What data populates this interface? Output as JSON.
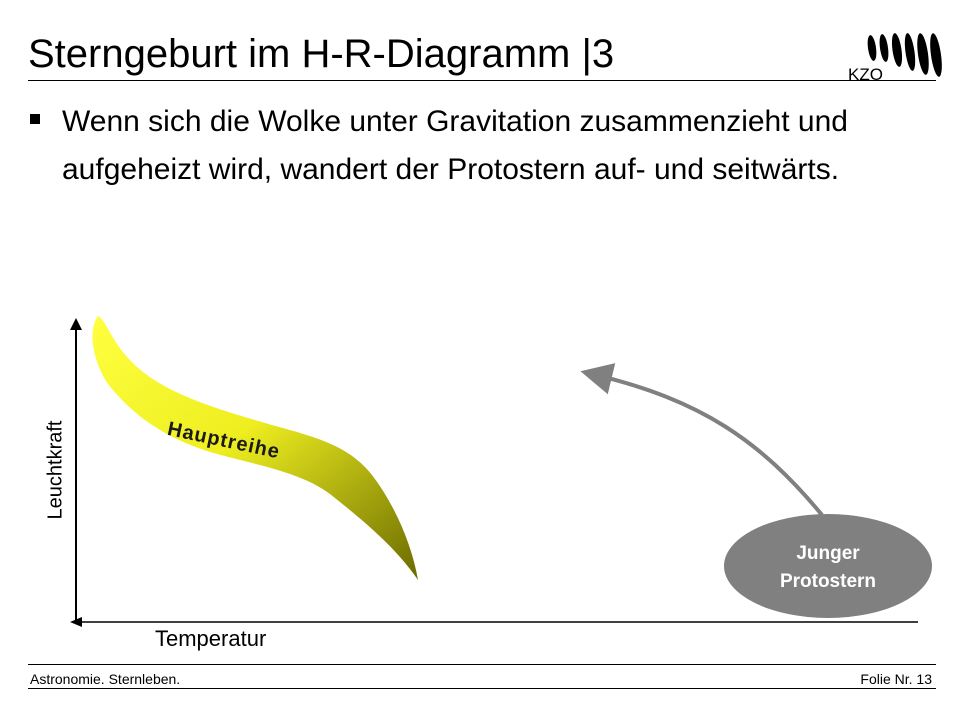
{
  "slide": {
    "title": "Sterngeburt im H-R-Diagramm |3",
    "bullet": "Wenn sich die Wolke unter Gravitation zusammenzieht und aufgeheizt wird, wandert der Protostern auf- und seitwärts."
  },
  "logo": {
    "text": "KZO",
    "icon": "kzo-logo"
  },
  "diagram": {
    "y_axis_label": "Leuchtkraft",
    "x_axis_label": "Temperatur",
    "main_sequence_label": "Hauptreihe",
    "protostar_label_line1": "Junger",
    "protostar_label_line2": "Protostern",
    "colors": {
      "main_sequence_light": "#ffff40",
      "main_sequence_dark": "#6b6b00",
      "arrow": "#808080",
      "protostar_fill": "#808080"
    }
  },
  "footer": {
    "left": "Astronomie. Sternleben.",
    "right": "Folie Nr. 13"
  }
}
